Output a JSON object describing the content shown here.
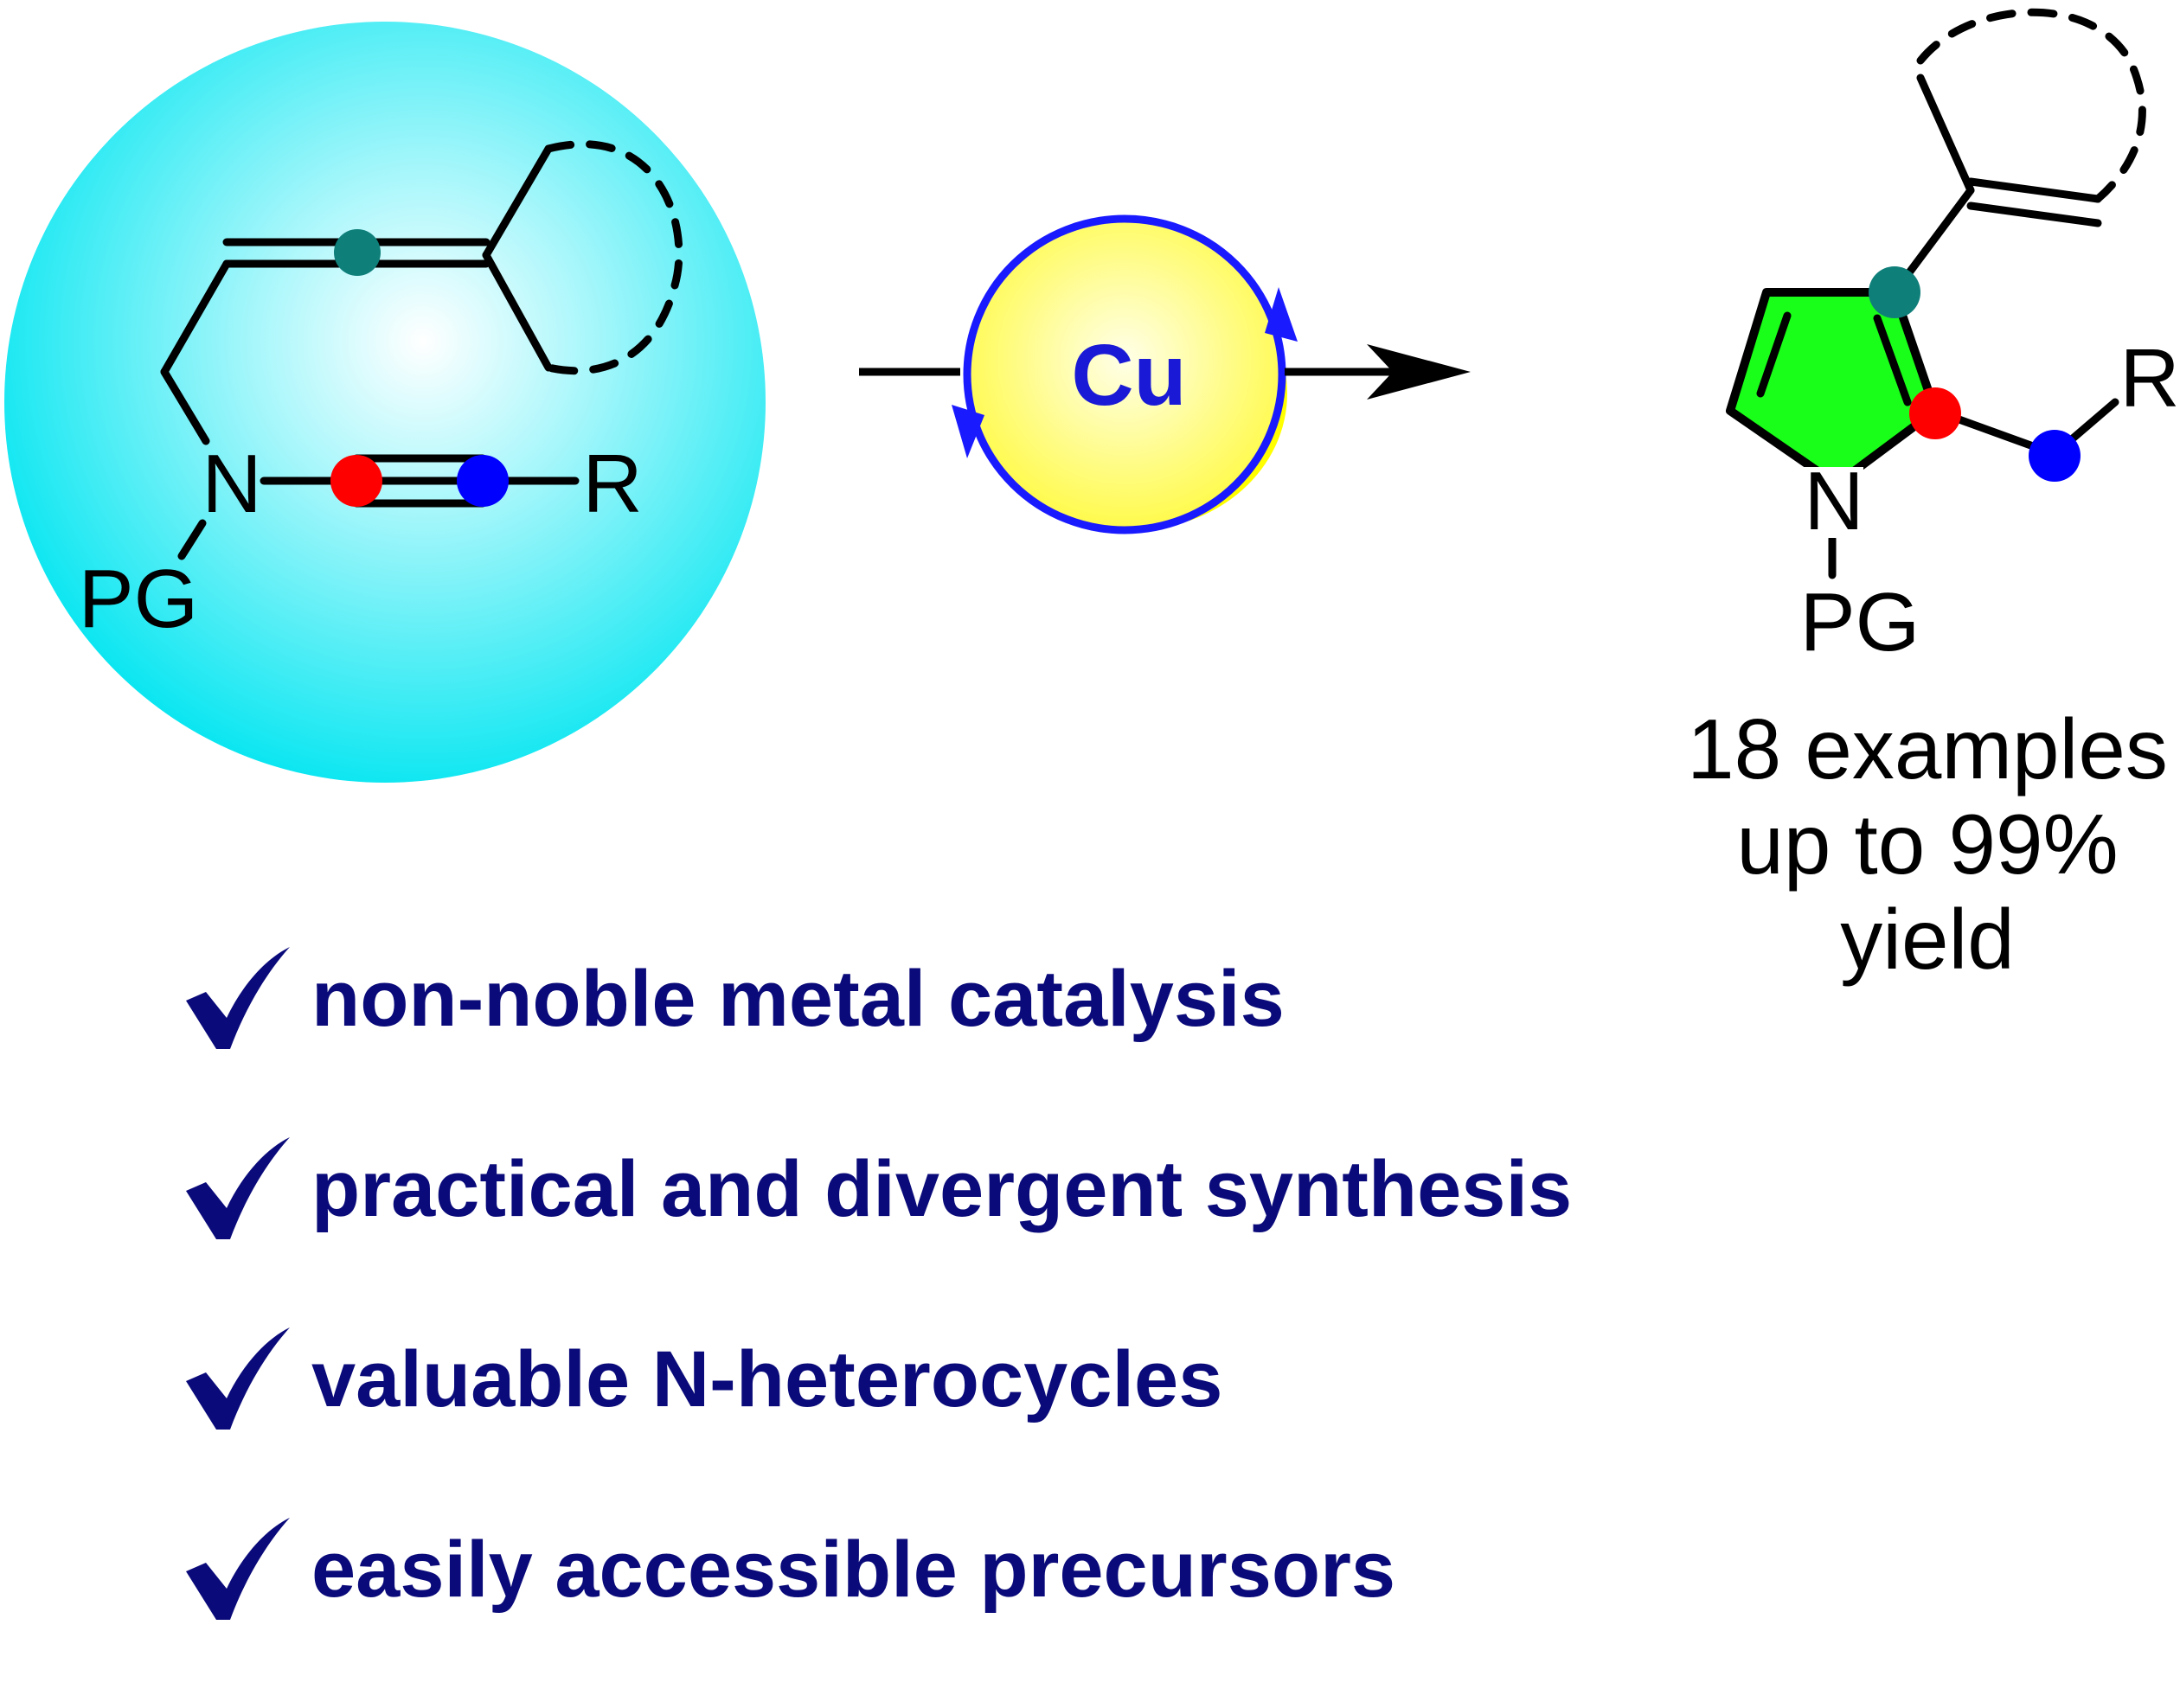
{
  "colors": {
    "bond": "#000000",
    "sphere_center": "#ffffff",
    "sphere_edge": "#00e5f0",
    "teal_atom": "#0f7f7a",
    "red_atom": "#ff0000",
    "blue_atom": "#0000ff",
    "catalyst_fill": "#fffa3c",
    "catalyst_shadow": "#ffff00",
    "catalyst_cycle": "#1a1aff",
    "catalyst_text": "#1a1ad6",
    "pyrrole_fill": "#19ff19",
    "feature_text": "#0a0a7a",
    "checkmark": "#0a0a7a"
  },
  "substrate": {
    "nitrogen": "N",
    "protecting_group": "PG",
    "substituent": "R"
  },
  "catalyst": {
    "label": "Cu"
  },
  "product": {
    "nitrogen": "N",
    "protecting_group": "PG",
    "substituent": "R",
    "summary_lines": [
      "18 examples",
      "up to 99%",
      "yield"
    ]
  },
  "features": [
    {
      "icon": "checkmark-icon",
      "text": "non-noble metal catalysis"
    },
    {
      "icon": "checkmark-icon",
      "text": "practical and divergent synthesis"
    },
    {
      "icon": "checkmark-icon",
      "text": "valuable N-heterocycles"
    },
    {
      "icon": "checkmark-icon",
      "text": "easily accessible precursors"
    }
  ]
}
